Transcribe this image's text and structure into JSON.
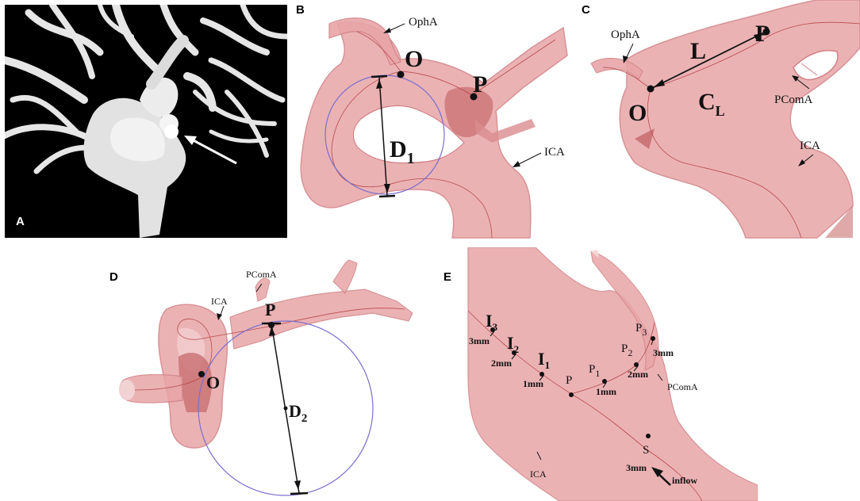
{
  "colors": {
    "vessel": "#e8a5a8",
    "vessel_edge": "#d18084",
    "vessel_dark": "#c96f72",
    "circle": "#7a6fcf",
    "centerline": "#b84a4a",
    "ct_background": "#000000",
    "ct_vessel": "#e9e9e9",
    "arrow": "#ffffff"
  },
  "panels": {
    "a": {
      "label": "A"
    },
    "b": {
      "label": "B",
      "ophA": "OphA",
      "O": "O",
      "P": "P",
      "D1_main": "D",
      "D1_sub": "1",
      "ICA": "ICA"
    },
    "c": {
      "label": "C",
      "ophA": "OphA",
      "L": "L",
      "P": "P",
      "O": "O",
      "CL_main": "C",
      "CL_sub": "L",
      "pcomA": "PComA",
      "ICA": "ICA"
    },
    "d": {
      "label": "D",
      "pcomA": "PComA",
      "ICA": "ICA",
      "P": "P",
      "O": "O",
      "D2_main": "D",
      "D2_sub": "2"
    },
    "e": {
      "label": "E",
      "I3_main": "I",
      "I3_sub": "3",
      "I3_dist": "3mm",
      "I2_main": "I",
      "I2_sub": "2",
      "I2_dist": "2mm",
      "I1_main": "I",
      "I1_sub": "1",
      "I1_dist": "1mm",
      "P": "P",
      "P1_main": "P",
      "P1_sub": "1",
      "P1_dist": "1mm",
      "P2_main": "P",
      "P2_sub": "2",
      "P2_dist": "2mm",
      "P3_main": "P",
      "P3_sub": "3",
      "P3_dist": "3mm",
      "pcomA": "PComA",
      "ICA": "ICA",
      "S": "S",
      "S_dist": "3mm",
      "inflow": "inflow"
    }
  }
}
